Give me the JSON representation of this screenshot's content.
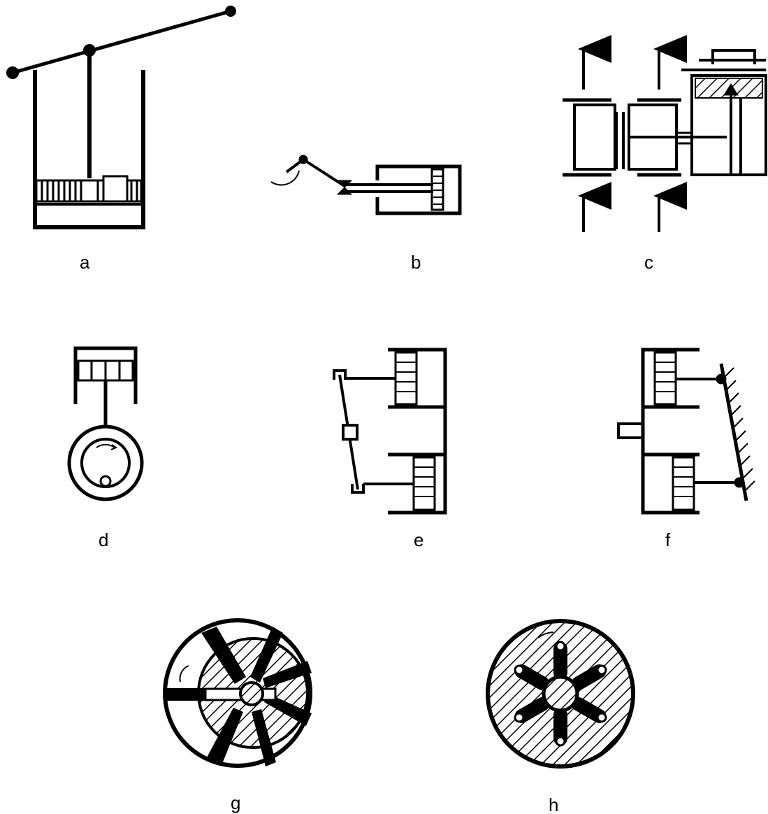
{
  "figure": {
    "panels": [
      {
        "id": "a",
        "label": "a"
      },
      {
        "id": "b",
        "label": "b"
      },
      {
        "id": "c",
        "label": "c"
      },
      {
        "id": "d",
        "label": "d"
      },
      {
        "id": "e",
        "label": "e"
      },
      {
        "id": "f",
        "label": "f"
      },
      {
        "id": "g",
        "label": "g"
      },
      {
        "id": "h",
        "label": "h"
      }
    ]
  },
  "colors": {
    "ink": "#000000",
    "paper": "#ffffff"
  }
}
